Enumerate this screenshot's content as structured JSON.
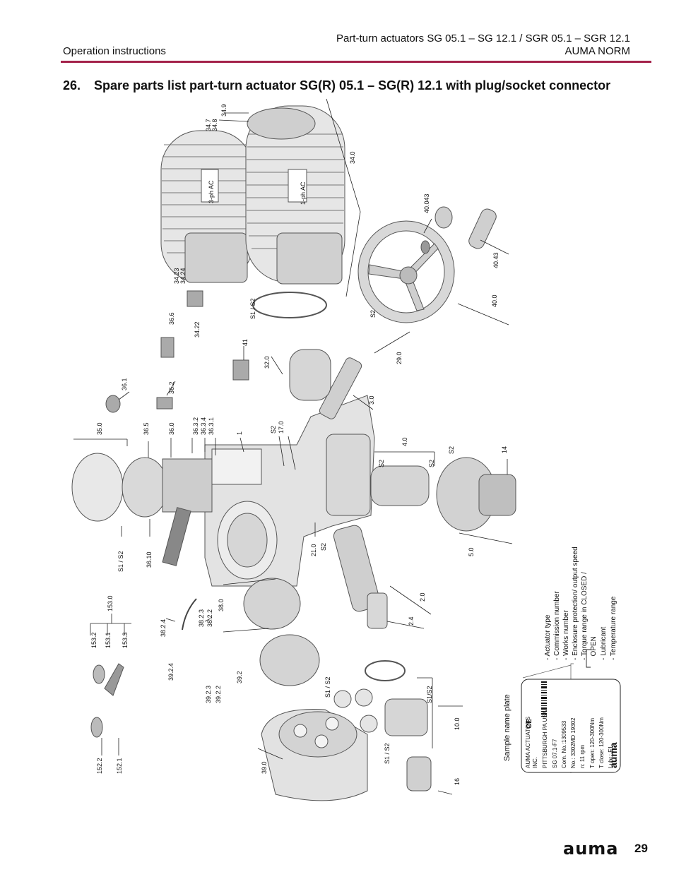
{
  "header": {
    "left": "Operation instructions",
    "right_line1": "Part-turn actuators SG 05.1 – SG 12.1 / SGR 05.1 – SGR 12.1",
    "right_line2": "AUMA NORM"
  },
  "section": {
    "number": "26.",
    "title": "Spare parts list part-turn actuator SG(R) 05.1 – SG(R) 12.1 with plug/socket connector"
  },
  "labels": {
    "l349": "34.9",
    "l347": "34.7",
    "l348": "34.8",
    "l340": "34.0",
    "motor3": "3-ph AC",
    "motor1": "1-ph AC",
    "l40043": "40.043",
    "l4043": "40.43",
    "l400": "40.0",
    "l3423": "34.23",
    "l3424": "34.24",
    "l3422": "34.22",
    "s1s2a": "S1 / S2",
    "l366": "36.6",
    "s2a": "S2",
    "l290": "29.0",
    "l41": "41",
    "l320": "32.0",
    "l30": "3.0",
    "l361": "36.1",
    "l362": "36.2",
    "l350": "35.0",
    "l365": "36.5",
    "l360": "36.0",
    "l3632": "36.3.2",
    "l3634": "36.3.4",
    "l3631": "36.3.1",
    "l1": "1",
    "s2b": "S2",
    "l170": "17.0",
    "l40": "4.0",
    "s2c": "S2",
    "s2d": "S2",
    "s2e": "S2",
    "l14": "14",
    "s1s2b": "S1 / S2",
    "l3610": "36.10",
    "l210": "21.0",
    "s2f": "S2",
    "l50": "5.0",
    "l1530": "153.0",
    "l1532": "153.2",
    "l1531": "153.1",
    "l1533": "153.3",
    "l3824": "38.2.4",
    "l3823": "38.2.3",
    "l3822": "38.2.2",
    "l380": "38.0",
    "l20": "2.0",
    "l24": "2.4",
    "l3924": "39.2.4",
    "l3923": "39.2.3",
    "l3922": "39.2.2",
    "l392": "39.2",
    "s1s2c": "S1 / S2",
    "s1s2d": "S1/S2",
    "l100": "10.0",
    "s1s2e": "S1 / S2",
    "l1522": "152.2",
    "l1521": "152.1",
    "l390": "39.0",
    "l16": "16",
    "sample_plate": "Sample name plate"
  },
  "legend": [
    "- Actuator type",
    "- Commission number",
    "- Works number",
    "- Enclosure protection/ output speed",
    "- Torque range in CLOSED /",
    "  OPEN",
    "- Lubricant",
    "- Temperature range"
  ],
  "nameplate": {
    "lines": [
      "AUMA ACTUATORS",
      "INC.",
      "PITTSBURGH PA USA",
      "SG 07.1-F7",
      "Com. No.:1309533",
      "No.: 3302MD 19302",
      "n: 11 rpm",
      "T open: 120-300Nm",
      "T close: 120-300Nm",
      "Lubr.: F1"
    ],
    "ce_mark": "CE",
    "brand": "auma"
  },
  "footer": {
    "brand": "auma",
    "page": "29"
  },
  "colors": {
    "accent_rule": "#a3224a",
    "part_fill": "#dcdcdc",
    "part_stroke": "#555555"
  }
}
